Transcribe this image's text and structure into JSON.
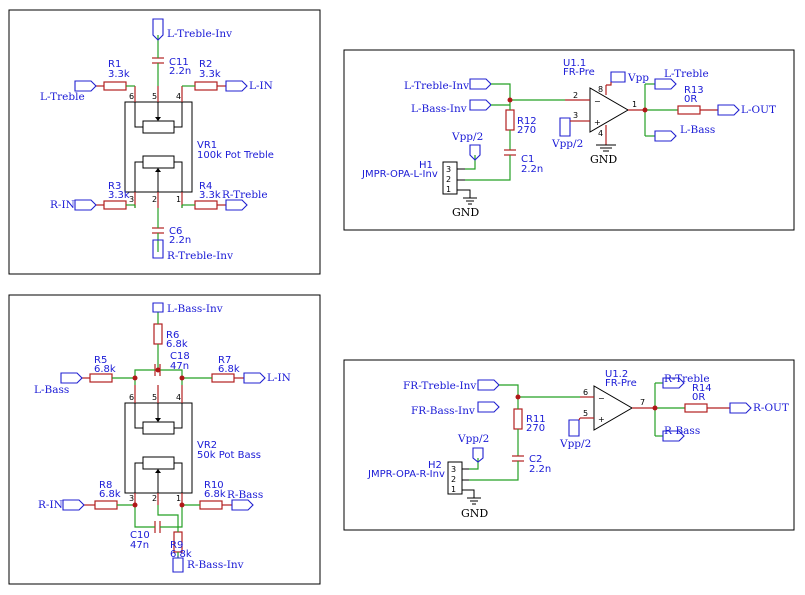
{
  "top_left": {
    "refs": {
      "r1": "R1",
      "r2": "R2",
      "r3": "R3",
      "r4": "R4",
      "c11": "C11",
      "c6": "C6",
      "vr": "VR1"
    },
    "vals": {
      "r1": "3.3k",
      "r2": "3.3k",
      "r3": "3.3k",
      "r4": "3.3k",
      "c11": "2.2n",
      "c6": "2.2n",
      "vr": "100k Pot Treble"
    },
    "nets": {
      "top": "L-Treble-Inv",
      "left": "L-Treble",
      "right": "L-IN",
      "bl": "R-IN",
      "br": "R-Treble",
      "bottom": "R-Treble-Inv"
    }
  },
  "bottom_left": {
    "refs": {
      "r5": "R5",
      "r6": "R6",
      "r7": "R7",
      "r8": "R8",
      "r9": "R9",
      "r10": "R10",
      "c18": "C18",
      "c10": "C10",
      "vr": "VR2"
    },
    "vals": {
      "r5": "6.8k",
      "r6": "6.8k",
      "r7": "6.8k",
      "r8": "6.8k",
      "r9": "6.8k",
      "r10": "6.8k",
      "c18": "47n",
      "c10": "47n",
      "vr": "50k Pot Bass"
    },
    "nets": {
      "top": "L-Bass-Inv",
      "left": "L-Bass",
      "right": "L-IN",
      "bl": "R-IN",
      "br": "R-Bass",
      "bottom": "R-Bass-Inv"
    }
  },
  "top_right": {
    "u_ref": "U1.1",
    "u_val": "FR-Pre",
    "r12": "R12",
    "r12v": "270",
    "c1": "C1",
    "c1v": "2.2n",
    "r13": "R13",
    "r13v": "0R",
    "h_ref": "H1",
    "h_val": "JMPR-OPA-L-Inv",
    "nets": {
      "in1": "L-Treble-Inv",
      "in2": "L-Bass-Inv",
      "vpp": "Vpp",
      "vpp2a": "Vpp/2",
      "vpp2b": "Vpp/2",
      "fb1": "L-Treble",
      "fb2": "L-Bass",
      "out": "L-OUT",
      "gnd1": "GND",
      "gnd2": "GND"
    }
  },
  "bottom_right": {
    "u_ref": "U1.2",
    "u_val": "FR-Pre",
    "r11": "R11",
    "r11v": "270",
    "c2": "C2",
    "c2v": "2.2n",
    "r14": "R14",
    "r14v": "0R",
    "h_ref": "H2",
    "h_val": "JMPR-OPA-R-Inv",
    "nets": {
      "in1": "FR-Treble-Inv",
      "in2": "FR-Bass-Inv",
      "vpp2a": "Vpp/2",
      "vpp2b": "Vpp/2",
      "fb1": "R-Treble",
      "fb2": "R-Bass",
      "out": "R-OUT",
      "gnd": "GND"
    }
  },
  "pins": {
    "p1": "1",
    "p2": "2",
    "p3": "3",
    "p4": "4",
    "p5": "5",
    "p6": "6",
    "p7": "7",
    "p8": "8",
    "minus": "−",
    "plus": "+"
  }
}
